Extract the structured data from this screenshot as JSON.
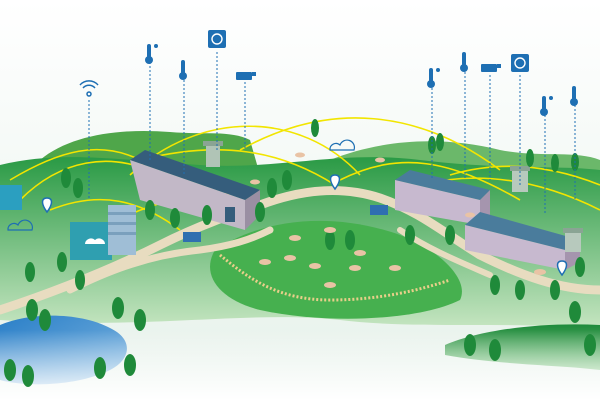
{
  "scene": {
    "colors": {
      "sky": "#ffffff",
      "grass_dark": "#1f8a3a",
      "grass_mid": "#3aa548",
      "grass_light": "#b8dca0",
      "road": "#e8dcc0",
      "network_line": "#f2e500",
      "sensor_blue": "#1e6fb3",
      "barn_roof": "#3f6f92",
      "barn_wall": "#c9b7cf",
      "pig": "#e9c3a5",
      "water": "#3d8fd0"
    },
    "sensors": [
      {
        "id": "wifi-sensor",
        "icon": "wifi-icon"
      },
      {
        "id": "thermo-sensor-1",
        "icon": "thermometer-drop-icon"
      },
      {
        "id": "thermo-sensor-2",
        "icon": "thermometer-icon"
      },
      {
        "id": "gauge-sensor-1",
        "icon": "gauge-icon"
      },
      {
        "id": "camera-sensor-1",
        "icon": "camera-icon"
      },
      {
        "id": "thermo-sensor-3",
        "icon": "thermometer-drop-icon"
      },
      {
        "id": "thermo-sensor-4",
        "icon": "thermometer-icon"
      },
      {
        "id": "camera-sensor-2",
        "icon": "camera-icon"
      },
      {
        "id": "gauge-sensor-2",
        "icon": "gauge-icon"
      },
      {
        "id": "thermo-sensor-5",
        "icon": "thermometer-drop-icon"
      },
      {
        "id": "thermo-sensor-6",
        "icon": "thermometer-icon"
      }
    ],
    "location_pins": [
      "location-pin-icon",
      "location-pin-icon",
      "location-pin-icon",
      "location-pin-icon"
    ],
    "cloud_icons": [
      "cloud-icon",
      "cloud-icon",
      "cloud-icon"
    ]
  }
}
